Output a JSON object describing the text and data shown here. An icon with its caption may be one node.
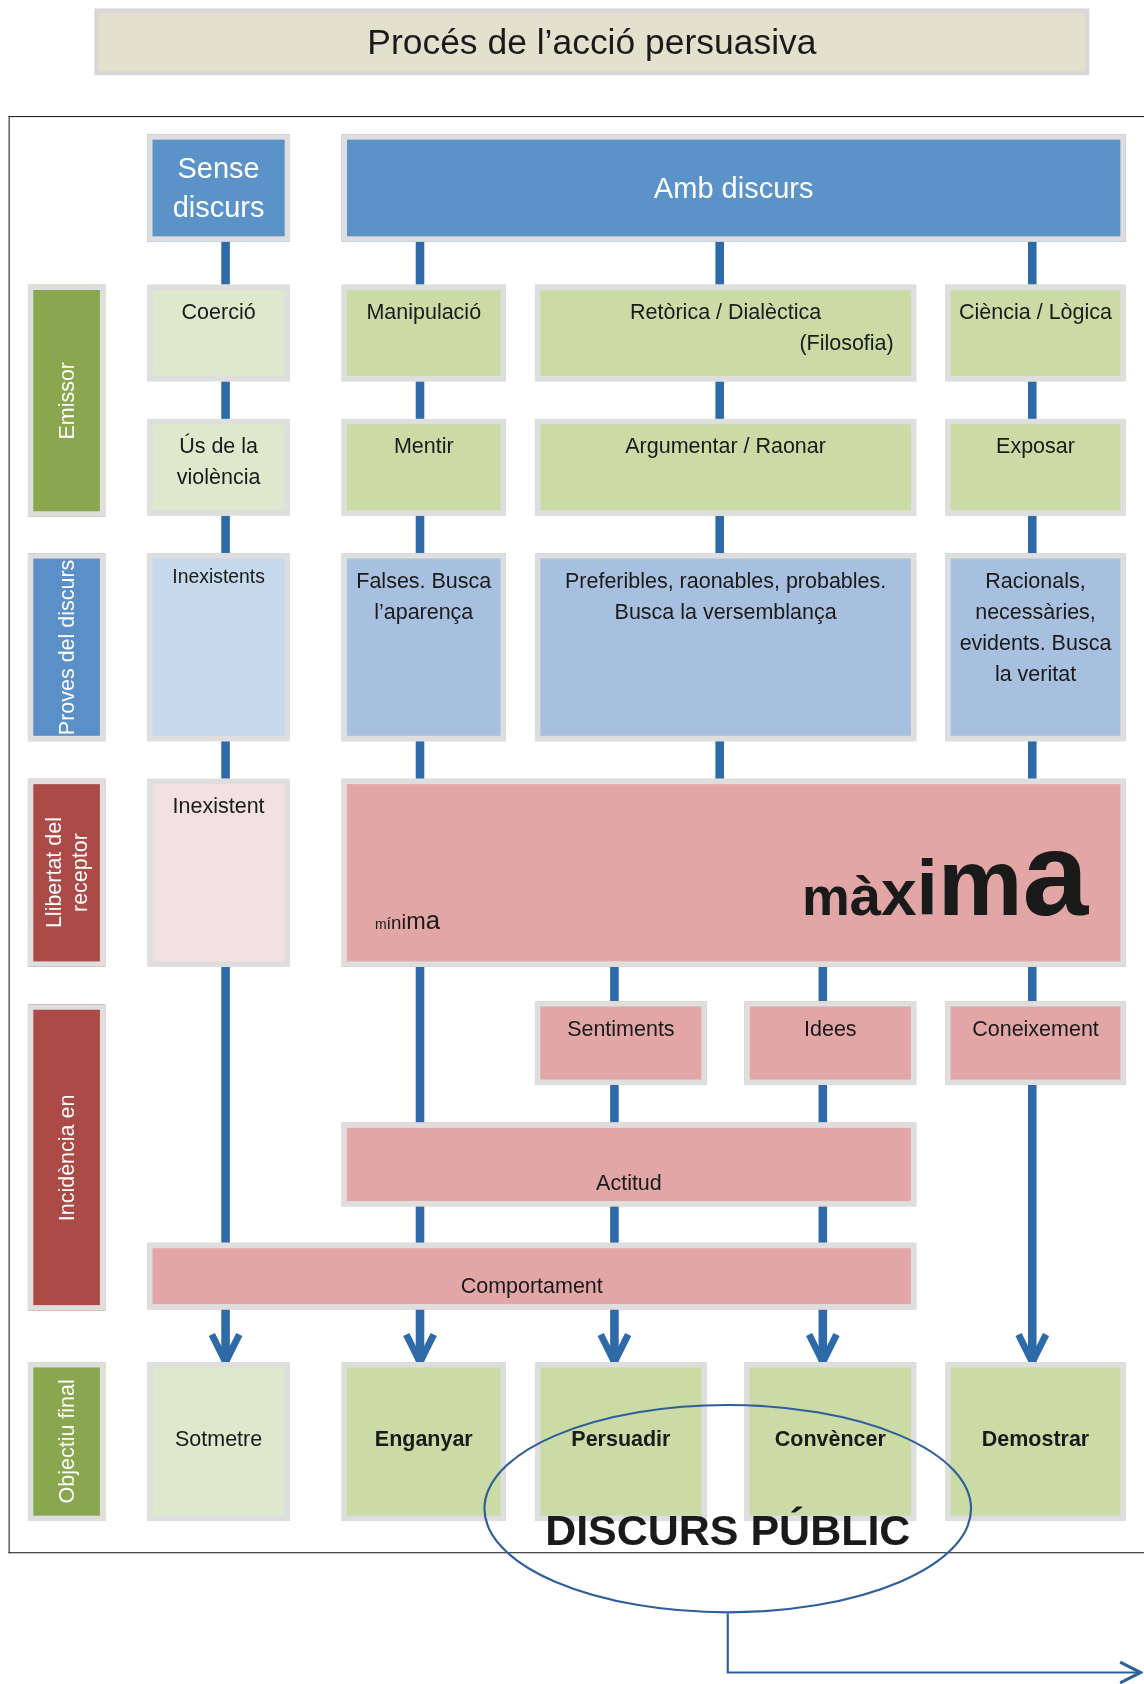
{
  "diagram": {
    "title": "Procés de l’acció persuasiva",
    "nodes": [
      {
        "text": [
          "Sense discurs"
        ]
      },
      {
        "text": [
          "Amb discurs"
        ]
      },
      {
        "text": [
          "Emissor"
        ]
      },
      {
        "text": [
          "Coerció"
        ]
      },
      {
        "text": [
          "Manipulació"
        ]
      },
      {
        "text": [
          "Retòrica / Dialèctica",
          "(Filosofia)"
        ]
      },
      {
        "text": [
          "Ciència / Lògica"
        ]
      },
      {
        "text": [
          "Ús de la violència"
        ]
      },
      {
        "text": [
          "Mentir"
        ]
      },
      {
        "text": [
          "Argumentar / Raonar"
        ]
      },
      {
        "text": [
          "Exposar"
        ]
      },
      {
        "text": [
          "Proves del discurs"
        ]
      },
      {
        "text": [
          "Inexistents"
        ]
      },
      {
        "text": [
          "Falses. Busca l’aparença"
        ]
      },
      {
        "text": [
          "Preferibles, raonables, probables. Busca la versemblança"
        ]
      },
      {
        "text": [
          "Racionals, necessàries, evidents. Busca la veritat"
        ]
      },
      {
        "text": [
          "Llibertat del receptor"
        ]
      },
      {
        "text": [
          "Inexistent"
        ]
      },
      {
        "text": [
          "mínima",
          "màxima"
        ]
      },
      {
        "text": [
          "Incidència en"
        ]
      },
      {
        "text": [
          "Sentiments"
        ]
      },
      {
        "text": [
          "Idees"
        ]
      },
      {
        "text": [
          "Coneixement"
        ]
      },
      {
        "text": [
          "Actitud"
        ]
      },
      {
        "text": [
          "Comportament"
        ]
      },
      {
        "text": [
          "Objectiu final"
        ]
      },
      {
        "text": [
          "Sotmetre"
        ]
      },
      {
        "text": [
          "Enganyar"
        ]
      },
      {
        "text": [
          "Persuadir"
        ]
      },
      {
        "text": [
          "Convèncer"
        ]
      },
      {
        "text": [
          "Demostrar"
        ]
      },
      {
        "text": [
          "DISCURS PÚBLIC"
        ]
      }
    ],
    "edges": [
      {
        "from": 0,
        "to": 3,
        "arrow": "none"
      },
      {
        "from": 3,
        "to": 7,
        "arrow": "none"
      },
      {
        "from": 7,
        "to": 12,
        "arrow": "none"
      },
      {
        "from": 12,
        "to": 17,
        "arrow": "none"
      },
      {
        "from": 17,
        "to": 24,
        "arrow": "none"
      },
      {
        "from": 24,
        "to": 26,
        "arrow": "to"
      },
      {
        "from": 1,
        "to": 4,
        "arrow": "none"
      },
      {
        "from": 4,
        "to": 8,
        "arrow": "none"
      },
      {
        "from": 8,
        "to": 13,
        "arrow": "none"
      },
      {
        "from": 13,
        "to": 18,
        "arrow": "none"
      },
      {
        "from": 18,
        "to": 23,
        "arrow": "none"
      },
      {
        "from": 23,
        "to": 24,
        "arrow": "none"
      },
      {
        "from": 24,
        "to": 27,
        "arrow": "to"
      },
      {
        "from": 1,
        "to": 5,
        "arrow": "none"
      },
      {
        "from": 5,
        "to": 9,
        "arrow": "none"
      },
      {
        "from": 9,
        "to": 14,
        "arrow": "none"
      },
      {
        "from": 14,
        "to": 18,
        "arrow": "none"
      },
      {
        "from": 1,
        "to": 6,
        "arrow": "none"
      },
      {
        "from": 6,
        "to": 10,
        "arrow": "none"
      },
      {
        "from": 10,
        "to": 15,
        "arrow": "none"
      },
      {
        "from": 15,
        "to": 18,
        "arrow": "none"
      },
      {
        "from": 18,
        "to": 20,
        "arrow": "none"
      },
      {
        "from": 20,
        "to": 23,
        "arrow": "none"
      },
      {
        "from": 23,
        "to": 24,
        "arrow": "none"
      },
      {
        "from": 24,
        "to": 28,
        "arrow": "to"
      },
      {
        "from": 18,
        "to": 21,
        "arrow": "none"
      },
      {
        "from": 21,
        "to": 23,
        "arrow": "none"
      },
      {
        "from": 23,
        "to": 24,
        "arrow": "none"
      },
      {
        "from": 24,
        "to": 29,
        "arrow": "to"
      },
      {
        "from": 18,
        "to": 22,
        "arrow": "none"
      },
      {
        "from": 22,
        "to": 30,
        "arrow": "to"
      },
      {
        "from": 31,
        "to": null,
        "arrow": "to"
      }
    ]
  }
}
